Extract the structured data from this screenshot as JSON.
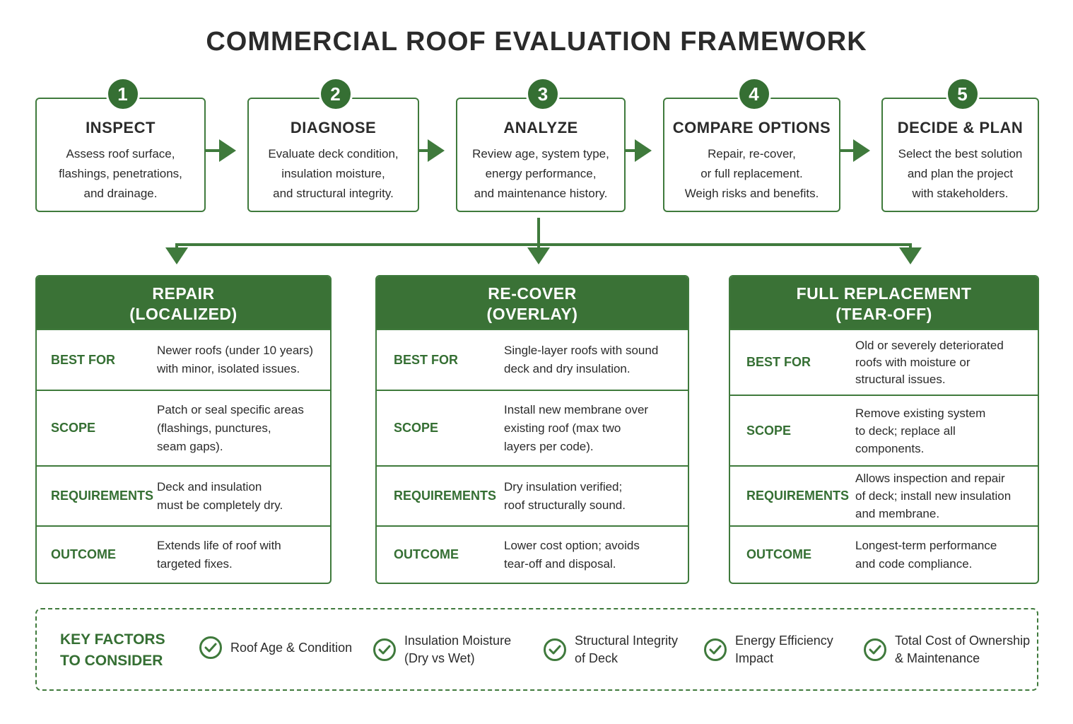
{
  "title": "COMMERCIAL ROOF EVALUATION FRAMEWORK",
  "colors": {
    "accent": "#3a7236",
    "accent_dark": "#356f33",
    "text": "#2b2b2b"
  },
  "steps": [
    {
      "number": "1",
      "title": "INSPECT",
      "desc": "Assess roof surface,\nflashings, penetrations,\nand drainage."
    },
    {
      "number": "2",
      "title": "DIAGNOSE",
      "desc": "Evaluate deck condition,\ninsulation moisture,\nand structural integrity."
    },
    {
      "number": "3",
      "title": "ANALYZE",
      "desc": "Review age, system type,\nenergy performance,\nand maintenance history."
    },
    {
      "number": "4",
      "title": "COMPARE OPTIONS",
      "desc": "Repair, re-cover,\nor full replacement.\nWeigh risks and benefits."
    },
    {
      "number": "5",
      "title": "DECIDE & PLAN",
      "desc": "Select the best solution\nand plan the project\nwith stakeholders."
    }
  ],
  "row_labels": {
    "best_for": "BEST FOR",
    "scope": "SCOPE",
    "requirements": "REQUIREMENTS",
    "outcome": "OUTCOME"
  },
  "options": [
    {
      "title": "REPAIR\n(LOCALIZED)",
      "best_for": "Newer roofs (under 10 years)\nwith minor, isolated issues.",
      "scope": "Patch or seal specific areas\n(flashings, punctures,\nseam gaps).",
      "requirements": "Deck and insulation\nmust be completely dry.",
      "outcome": "Extends life of roof with\ntargeted fixes."
    },
    {
      "title": "RE-COVER\n(OVERLAY)",
      "best_for": "Single-layer roofs with sound\ndeck and dry insulation.",
      "scope": "Install new membrane over\nexisting roof (max two\nlayers per code).",
      "requirements": "Dry insulation verified;\nroof structurally sound.",
      "outcome": "Lower cost option; avoids\ntear-off and disposal."
    },
    {
      "title": "FULL REPLACEMENT\n(TEAR-OFF)",
      "best_for": "Old or severely deteriorated\nroofs with moisture or\nstructural issues.",
      "scope": "Remove existing system\nto deck; replace all\ncomponents.",
      "requirements": "Allows inspection and repair\nof deck; install new insulation\nand membrane.",
      "outcome": "Longest-term performance\nand code compliance."
    }
  ],
  "factors": {
    "title": "KEY FACTORS\nTO CONSIDER",
    "items": [
      {
        "icon": "check-circle-icon",
        "label": "Roof Age & Condition"
      },
      {
        "icon": "check-circle-icon",
        "label": "Insulation Moisture\n(Dry vs Wet)"
      },
      {
        "icon": "check-circle-icon",
        "label": "Structural Integrity\nof Deck"
      },
      {
        "icon": "check-circle-icon",
        "label": "Energy Efficiency\nImpact"
      },
      {
        "icon": "check-circle-icon",
        "label": "Total Cost of Ownership\n& Maintenance"
      }
    ]
  }
}
